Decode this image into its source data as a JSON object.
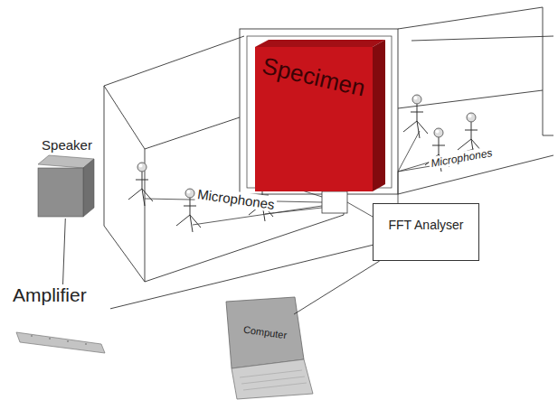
{
  "diagram": {
    "nodes": [
      {
        "text": [
          "Speaker"
        ]
      },
      {
        "text": [
          "Specimen"
        ]
      },
      {
        "text": [
          "FFT Analyser"
        ]
      },
      {
        "text": [
          "Amplifier"
        ]
      },
      {
        "text": [
          "Computer"
        ]
      }
    ],
    "edges": [
      {
        "from": 0,
        "to": 3,
        "arrow": "none"
      },
      {
        "from": 3,
        "to": 2,
        "arrow": "none"
      },
      {
        "from": 4,
        "to": 2,
        "arrow": "none"
      }
    ],
    "labels": [
      "Microphones",
      "Microphones"
    ]
  }
}
